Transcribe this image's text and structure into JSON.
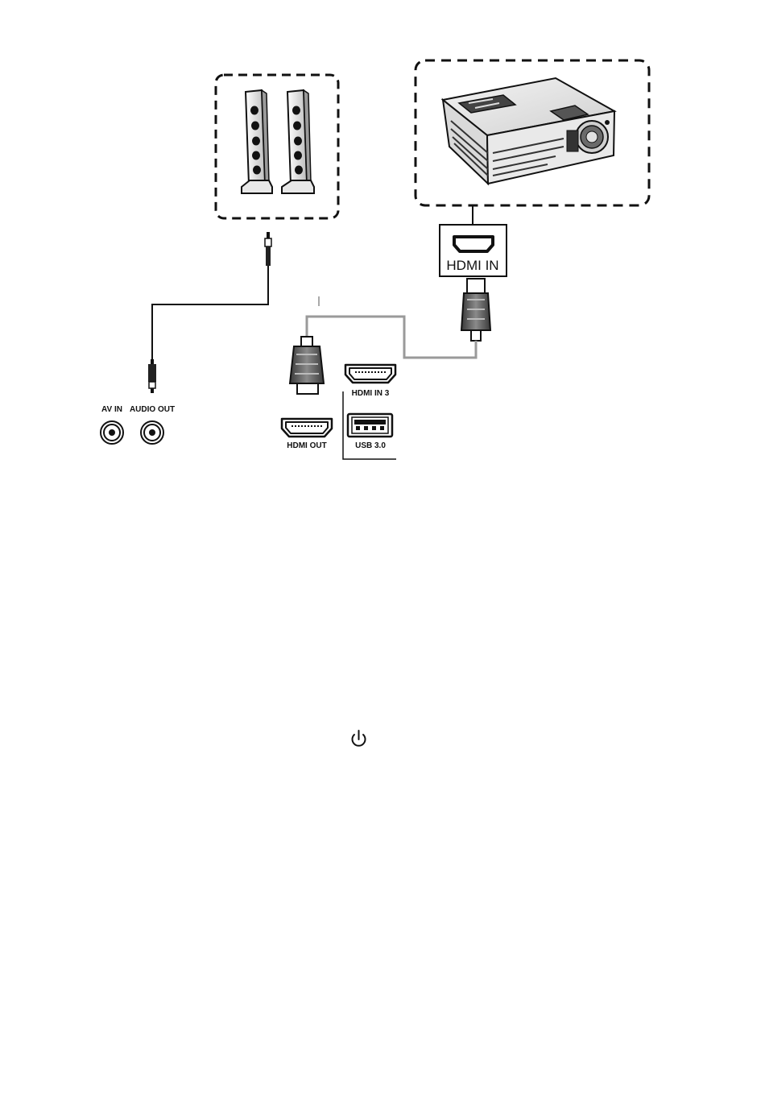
{
  "projector": {
    "port_label": "HDMI IN"
  },
  "ports": {
    "av_in": "AV IN",
    "audio_out": "AUDIO OUT",
    "hdmi_out": "HDMI OUT",
    "hdmi_in_3": "HDMI IN 3",
    "usb": "USB 3.0"
  },
  "icons": {
    "power": "power-icon",
    "speakers": "speakers-icon",
    "projector": "projector-icon",
    "audio_plug": "audio-jack-plug-icon",
    "hdmi_plug": "hdmi-plug-icon"
  },
  "colors": {
    "line": "#111111",
    "cable_gray": "#9a9a9a",
    "plug_gray": "#6a6a6a"
  }
}
